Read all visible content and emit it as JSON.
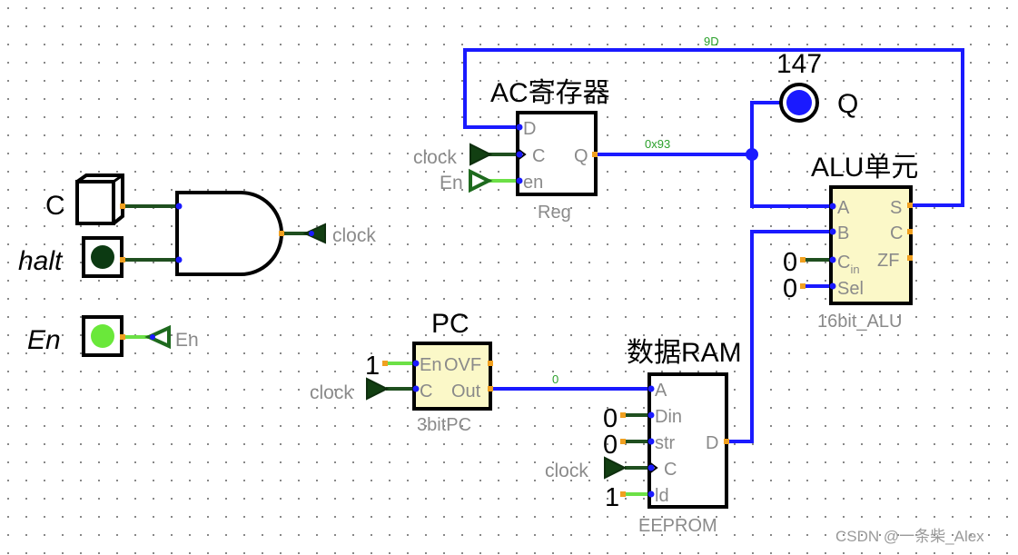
{
  "inputs": {
    "c_label": "C",
    "halt_label": "halt",
    "en_label": "En"
  },
  "tunnels": {
    "clock": "clock",
    "en": "En"
  },
  "ac_register": {
    "title": "AC寄存器",
    "pin_d": "D",
    "pin_c": "C",
    "pin_en": "en",
    "pin_q": "Q",
    "type": "Reg"
  },
  "probe": {
    "value": "147",
    "label": "Q"
  },
  "alu": {
    "title": "ALU单元",
    "pin_a": "A",
    "pin_b": "B",
    "pin_c_base": "C",
    "pin_c_sub": "in",
    "pin_sel": "Sel",
    "pin_s": "S",
    "pin_c": "C",
    "pin_zf": "ZF",
    "type": "16bit_ALU"
  },
  "pc": {
    "title": "PC",
    "pin_en": "En",
    "pin_c": "C",
    "pin_ovf": "OVF",
    "pin_out": "Out",
    "type": "3bitPC"
  },
  "ram": {
    "title": "数据RAM",
    "pin_a": "A",
    "pin_din": "Din",
    "pin_str": "str",
    "pin_c": "C",
    "pin_ld": "ld",
    "pin_d": "D",
    "type": "EEPROM"
  },
  "constants": {
    "pc_en": "1",
    "alu_cin": "0",
    "alu_sel": "0",
    "ram_din": "0",
    "ram_str": "0",
    "ram_ld": "1"
  },
  "wire_values": {
    "feedback": "9D",
    "acc_out": "0x93",
    "pc_out": "0"
  },
  "watermark": "CSDN @一条柴_Alex",
  "colors": {
    "bus_wire": "#1a1aff",
    "low_wire": "#1f4f1f",
    "high_wire": "#6ce046",
    "component_fill": "#fbf8c8",
    "pin": "#f0a020",
    "value_text": "#2aa02a"
  }
}
